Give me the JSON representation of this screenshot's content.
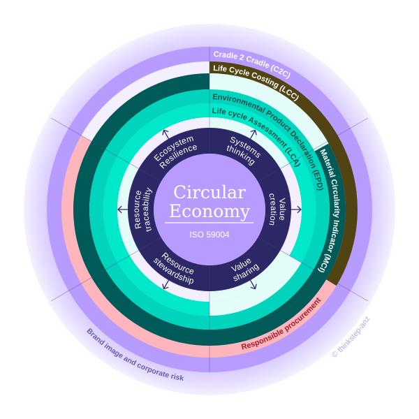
{
  "center": {
    "title_line1": "Circular",
    "title_line2": "Economy",
    "subtitle": "ISO 59004"
  },
  "principles": [
    {
      "line1": "Systems",
      "line2": "thinking"
    },
    {
      "line1": "Value",
      "line2": "creation"
    },
    {
      "line1": "Value",
      "line2": "sharing"
    },
    {
      "line1": "Resource",
      "line2": "stewardship"
    },
    {
      "line1": "Resource",
      "line2": "traceability"
    },
    {
      "line1": "Ecosystem",
      "line2": "Resilience"
    }
  ],
  "rings": {
    "c2c": "Cradle 2 Cradle (C2C)",
    "lcc": "Life Cycle Costing (LCC)",
    "mci": "Material Circularity Indicator (MCI)",
    "epd": "Environmental Product Declaration (EPD)",
    "lca": "Life cycle Assessment (LCA)",
    "procurement": "Responsible procurement",
    "brand": "Brand image and corporate risk"
  },
  "copyright": "© thinkstep-anz",
  "colors": {
    "glow": "#ddd0ff",
    "purple": "#b89bff",
    "lavender": "#f3efff",
    "olive": "#514412",
    "pink": "#ffb5bc",
    "dark_teal": "#005b58",
    "teal": "#00d4bd",
    "bright_teal": "#00e8ca",
    "light_cyan": "#e3fcfa",
    "navy": "#2c2866",
    "text_dark_teal": "#004f4c",
    "text_red": "#9e1b2c",
    "text_brand": "#6a5aa8",
    "text_copyright": "#b5abdf"
  }
}
